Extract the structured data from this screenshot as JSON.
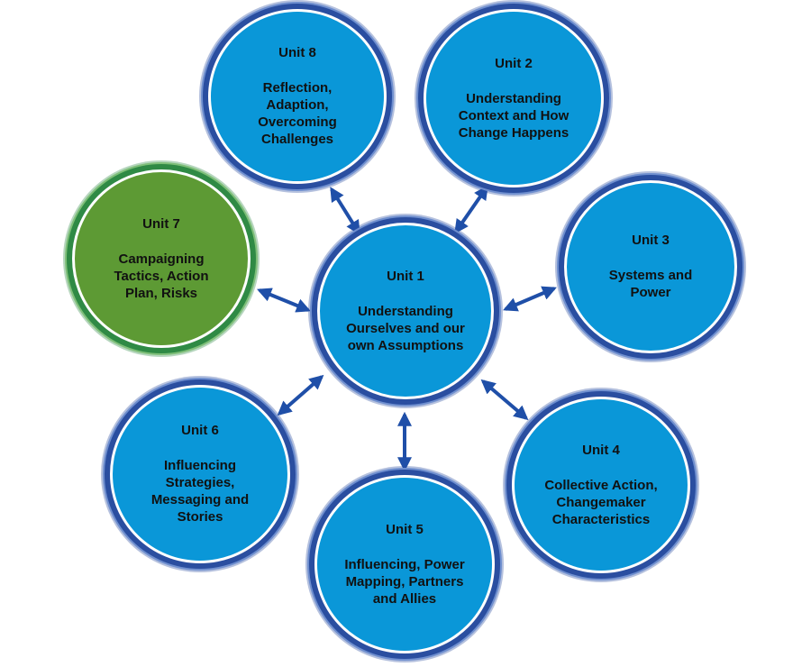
{
  "diagram": {
    "center": {
      "unit": "Unit 1",
      "title": "Understanding\nOurselves and our\nown Assumptions"
    },
    "units": [
      {
        "unit": "Unit 2",
        "title": "Understanding\nContext and How\nChange Happens"
      },
      {
        "unit": "Unit 3",
        "title": "Systems and\nPower"
      },
      {
        "unit": "Unit 4",
        "title": "Collective Action,\nChangemaker\nCharacteristics"
      },
      {
        "unit": "Unit 5",
        "title": "Influencing, Power\nMapping, Partners\nand Allies"
      },
      {
        "unit": "Unit 6",
        "title": "Influencing\nStrategies,\nMessaging and\nStories"
      },
      {
        "unit": "Unit 7",
        "title": "Campaigning\nTactics, Action\nPlan, Risks"
      },
      {
        "unit": "Unit 8",
        "title": "Reflection,\nAdaption,\nOvercoming\nChallenges"
      }
    ],
    "colors": {
      "circle_fill_blue": "#0a97d8",
      "circle_fill_green": "#5d9a34",
      "ring_blue": "#2a4ea0",
      "ring_green": "#2f8a45",
      "arrow": "#1f4fa8",
      "text": "#111111"
    }
  }
}
